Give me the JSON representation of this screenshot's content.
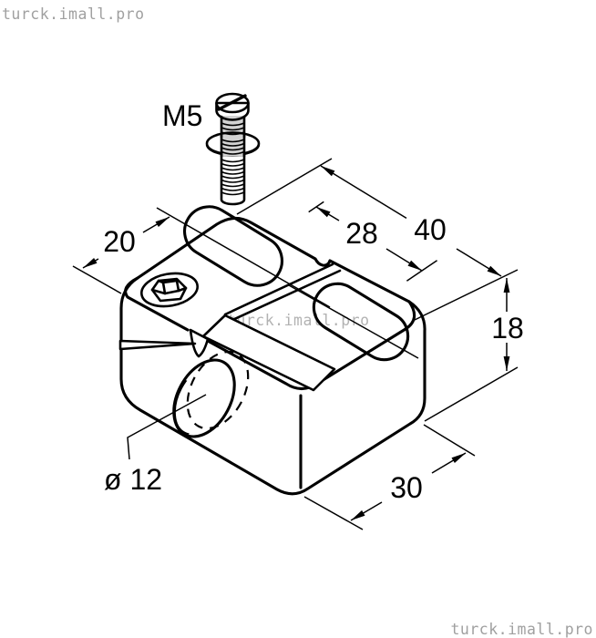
{
  "watermark": "turck.imall.pro",
  "dimensions": {
    "screw_thread": "M5",
    "upper_width": "20",
    "slot_spacing": "28",
    "total_length": "40",
    "height": "18",
    "depth": "30",
    "bore_diameter": "ø 12"
  },
  "colors": {
    "body": "#d2d2d2",
    "outline": "#000000",
    "watermark": "#a0a0a0",
    "background": "#ffffff"
  }
}
